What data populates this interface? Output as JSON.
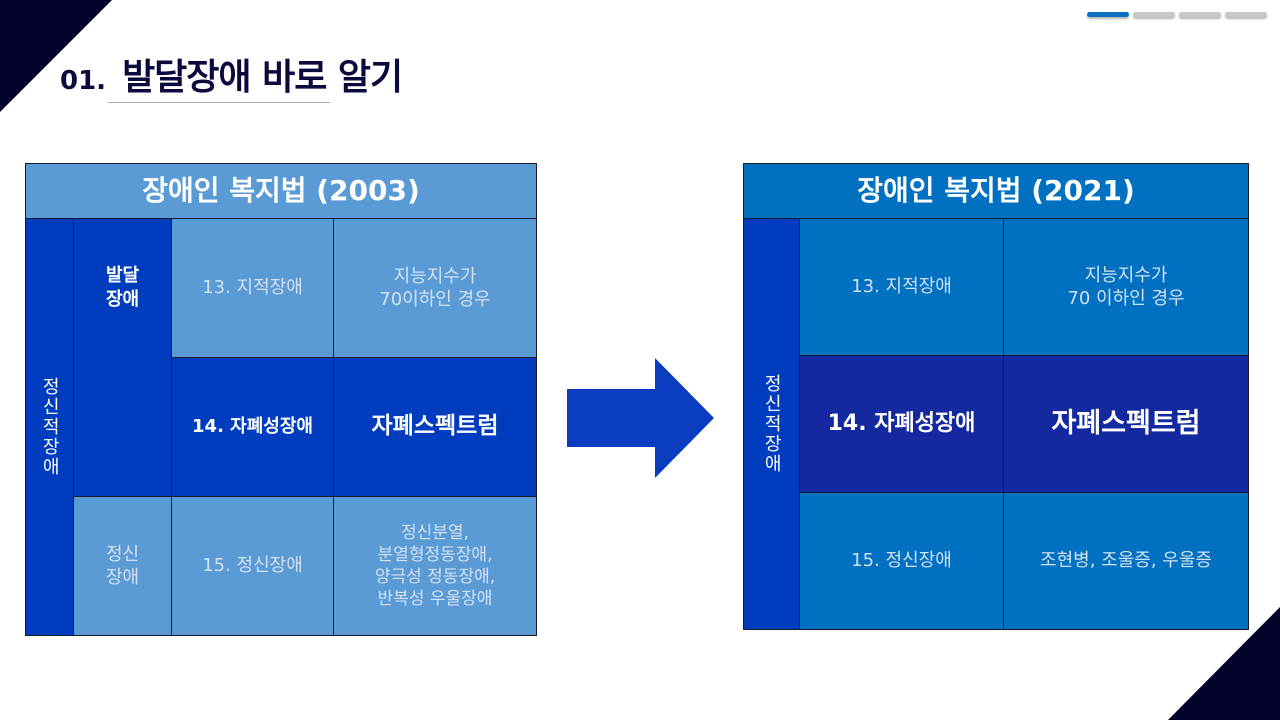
{
  "slide": {
    "number": "01.",
    "title": "발달장애 바로 알기",
    "page_indicator": {
      "current": 1,
      "total": 4
    }
  },
  "colors": {
    "dark_navy": "#000028",
    "left_header": "#5b9bd5",
    "left_dark": "#003cbe",
    "right_main": "#0070c0",
    "right_highlight": "#1428a0"
  },
  "left_table": {
    "header": "장애인 복지법 (2003)",
    "category": "정신적장애",
    "sub_dev": "발달\n장애",
    "sub_mental": "정신\n장애",
    "rows": [
      {
        "name": "13. 지적장애",
        "desc": "지능지수가\n70이하인 경우"
      },
      {
        "name": "14. 자폐성장애",
        "desc": "자폐스펙트럼"
      },
      {
        "name": "15. 정신장애",
        "desc": "정신분열,\n분열형정동장애,\n양극성 정동장애,\n반복성 우울장애"
      }
    ]
  },
  "right_table": {
    "header": "장애인 복지법 (2021)",
    "category": "정신적장애",
    "rows": [
      {
        "name": "13. 지적장애",
        "desc": "지능지수가\n70 이하인 경우"
      },
      {
        "name": "14. 자폐성장애",
        "desc": "자폐스펙트럼"
      },
      {
        "name": "15. 정신장애",
        "desc": "조현병, 조울증, 우울증"
      }
    ]
  }
}
